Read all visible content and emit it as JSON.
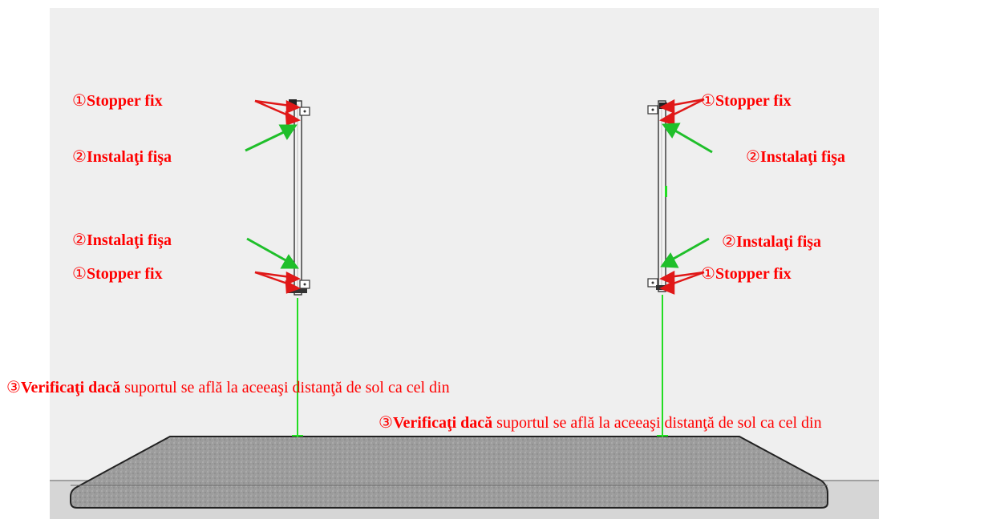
{
  "colors": {
    "wall": "#efefef",
    "floor": "#d4d4d4",
    "label": "#ff0000",
    "guide": "#22dd22",
    "arrow_red": "#e01818",
    "arrow_green": "#1fbf2a",
    "mat": "#9a9a9a"
  },
  "labels": {
    "left_stopper_top": {
      "num": "①",
      "text": "Stopper fix"
    },
    "left_plug_top": {
      "num": "②",
      "text": "Instalaţi fişa"
    },
    "left_plug_bottom": {
      "num": "②",
      "text": "Instalaţi fişa"
    },
    "left_stopper_bottom": {
      "num": "①",
      "text": "Stopper fix"
    },
    "right_stopper_top": {
      "num": "①",
      "text": "Stopper fix"
    },
    "right_plug_top": {
      "num": "②",
      "text": "Instalaţi fişa"
    },
    "right_plug_bottom": {
      "num": "②",
      "text": "Instalaţi fişa"
    },
    "right_stopper_bottom": {
      "num": "①",
      "text": "Stopper fix"
    }
  },
  "check_left": {
    "num": "③",
    "bold": "Verificaţi dacă",
    "rest": " suportul se află  la aceeaşi distanţă  de sol ca cel din"
  },
  "check_right": {
    "num": "③",
    "bold": "Verificaţi dacă",
    "rest": " suportul se află  la aceeaşi distanţă  de sol ca cel din"
  }
}
